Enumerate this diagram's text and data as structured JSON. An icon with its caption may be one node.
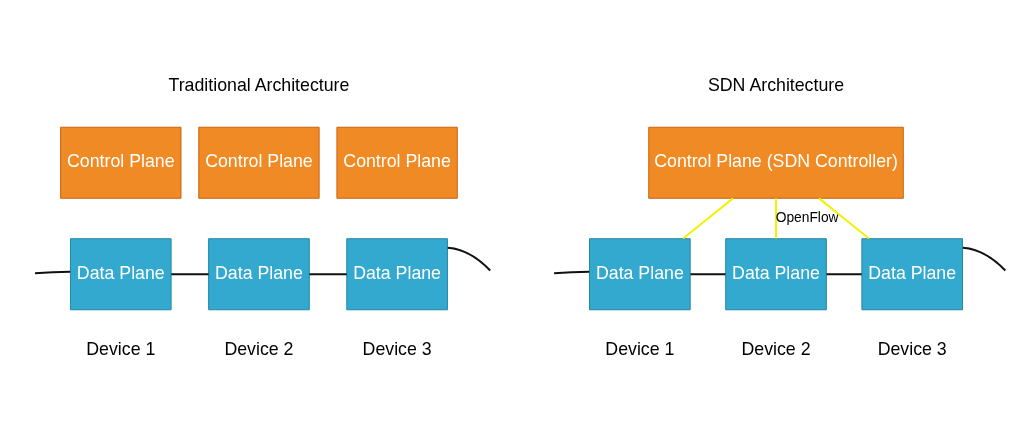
{
  "diagram": {
    "nodes": [
      {
        "text": [
          "Control Plane"
        ]
      },
      {
        "text": [
          "Control Plane"
        ]
      },
      {
        "text": [
          "Control Plane"
        ]
      },
      {
        "text": [
          "Data Plane"
        ],
        "beside": [
          "Device 1"
        ]
      },
      {
        "text": [
          "Data Plane"
        ],
        "beside": [
          "Device 2"
        ]
      },
      {
        "text": [
          "Data Plane"
        ],
        "beside": [
          "Device 3"
        ]
      },
      {
        "text": [
          "Control Plane (SDN Controller)"
        ]
      },
      {
        "text": [
          "Data Plane"
        ],
        "beside": [
          "Device 1"
        ]
      },
      {
        "text": [
          "Data Plane"
        ],
        "beside": [
          "Device 2"
        ]
      },
      {
        "text": [
          "Data Plane"
        ],
        "beside": [
          "Device 3"
        ]
      }
    ],
    "edges": [
      {
        "from": null,
        "to": 3,
        "arrow": "none"
      },
      {
        "from": 3,
        "to": 4,
        "arrow": "none"
      },
      {
        "from": 4,
        "to": 5,
        "arrow": "none"
      },
      {
        "from": 5,
        "to": null,
        "arrow": "none"
      },
      {
        "from": 6,
        "to": 7,
        "arrow": "none",
        "color": "#f2f200"
      },
      {
        "from": 6,
        "to": 8,
        "arrow": "none",
        "color": "#f2f200",
        "label": "OpenFlow"
      },
      {
        "from": 6,
        "to": 9,
        "arrow": "none",
        "color": "#f2f200"
      },
      {
        "from": null,
        "to": 7,
        "arrow": "none"
      },
      {
        "from": 7,
        "to": 8,
        "arrow": "none"
      },
      {
        "from": 8,
        "to": 9,
        "arrow": "none"
      },
      {
        "from": 9,
        "to": null,
        "arrow": "none"
      }
    ],
    "labels": [
      "Traditional Architecture",
      "SDN Architecture"
    ]
  }
}
